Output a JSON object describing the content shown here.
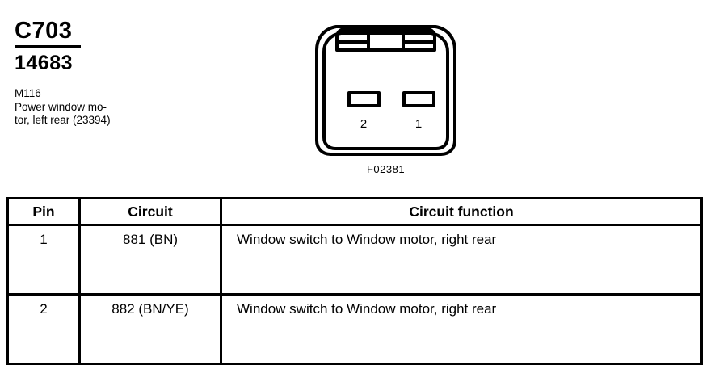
{
  "identification": {
    "connector_code": "C703",
    "part_number": "14683",
    "description_lines": [
      "M116",
      "Power window mo-",
      "tor, left rear (23394)"
    ]
  },
  "connector_view": {
    "figure_code": "F02381",
    "pin_labels": [
      "2",
      "1"
    ],
    "cavity_count": 2,
    "icon": "connector-face-icon",
    "stroke_color": "#000000",
    "fill_color": "#ffffff"
  },
  "pin_table": {
    "headers": [
      "Pin",
      "Circuit",
      "Circuit function"
    ],
    "rows": [
      {
        "pin": "1",
        "circuit": "881 (BN)",
        "function": "Window switch to Window motor, right rear"
      },
      {
        "pin": "2",
        "circuit": "882 (BN/YE)",
        "function": "Window switch to Window motor, right rear"
      }
    ]
  }
}
